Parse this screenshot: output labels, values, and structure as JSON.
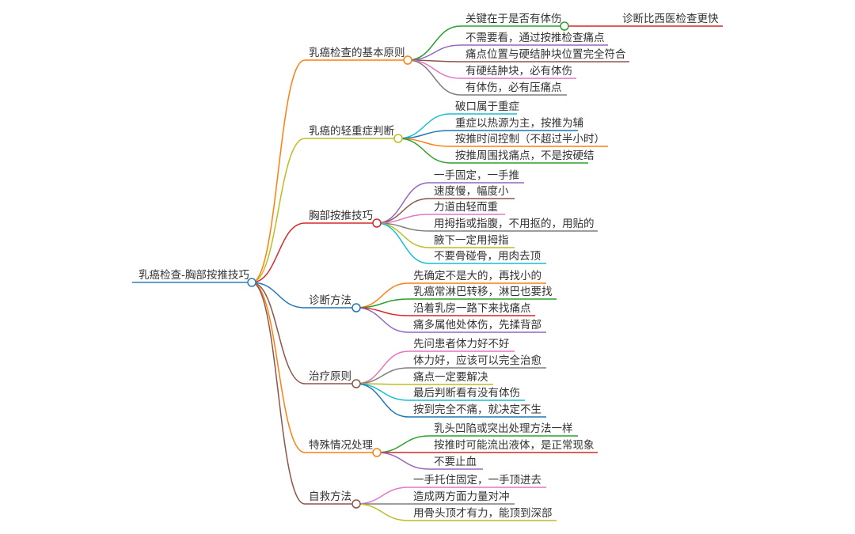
{
  "root": {
    "label": "乳癌检查-胸部按推技巧",
    "color": "#2f7fc1"
  },
  "branches": [
    {
      "label": "乳癌检查的基本原则",
      "color": "#ff7f0e",
      "children": [
        {
          "label": "关键在于是否有体伤",
          "color": "#2ca02c",
          "children": [
            {
              "label": "诊断比西医检查更快",
              "color": "#d62728"
            }
          ]
        },
        {
          "label": "不需要看，通过按推检查痛点",
          "color": "#9467bd"
        },
        {
          "label": "痛点位置与硬结肿块位置完全符合",
          "color": "#8c564b"
        },
        {
          "label": "有硬结肿块，必有体伤",
          "color": "#e377c2"
        },
        {
          "label": "有体伤，必有压痛点",
          "color": "#7f7f7f"
        }
      ]
    },
    {
      "label": "乳癌的轻重症判断",
      "color": "#bcbd22",
      "children": [
        {
          "label": "破口属于重症",
          "color": "#17becf"
        },
        {
          "label": "重症以热源为主，按推为辅",
          "color": "#1f77b4"
        },
        {
          "label": "按推时间控制（不超过半小时）",
          "color": "#ff7f0e"
        },
        {
          "label": "按推周围找痛点，不是按硬结",
          "color": "#2ca02c"
        }
      ]
    },
    {
      "label": "胸部按推技巧",
      "color": "#d62728",
      "children": [
        {
          "label": "一手固定，一手推",
          "color": "#9467bd"
        },
        {
          "label": "速度慢，幅度小",
          "color": "#8c564b"
        },
        {
          "label": "力道由轻而重",
          "color": "#e377c2"
        },
        {
          "label": "用拇指或指腹，不用抠的，用贴的",
          "color": "#7f7f7f"
        },
        {
          "label": "腋下一定用拇指",
          "color": "#bcbd22"
        },
        {
          "label": "不要骨碰骨，用肉去顶",
          "color": "#17becf"
        }
      ]
    },
    {
      "label": "诊断方法",
      "color": "#1f77b4",
      "children": [
        {
          "label": "先确定不是大的，再找小的",
          "color": "#ff7f0e"
        },
        {
          "label": "乳癌常淋巴转移，淋巴也要找",
          "color": "#2ca02c"
        },
        {
          "label": "沿着乳房一路下来找痛点",
          "color": "#d62728"
        },
        {
          "label": "痛多属他处体伤，先揉背部",
          "color": "#9467bd"
        }
      ]
    },
    {
      "label": "治疗原则",
      "color": "#8c564b",
      "children": [
        {
          "label": "先问患者体力好不好",
          "color": "#e377c2"
        },
        {
          "label": "体力好，应该可以完全治愈",
          "color": "#7f7f7f"
        },
        {
          "label": "痛点一定要解决",
          "color": "#bcbd22"
        },
        {
          "label": "最后判断看有没有体伤",
          "color": "#17becf"
        },
        {
          "label": "按到完全不痛，就决定不生",
          "color": "#1f77b4"
        }
      ]
    },
    {
      "label": "特殊情况处理",
      "color": "#ff7f0e",
      "children": [
        {
          "label": "乳头凹陷或突出处理方法一样",
          "color": "#2ca02c"
        },
        {
          "label": "按推时可能流出液体，是正常现象",
          "color": "#d62728"
        },
        {
          "label": "不要止血",
          "color": "#9467bd"
        }
      ]
    },
    {
      "label": "自救方法",
      "color": "#8c564b",
      "children": [
        {
          "label": "一手托住固定，一手顶进去",
          "color": "#e377c2"
        },
        {
          "label": "造成两方面力量对冲",
          "color": "#7f7f7f"
        },
        {
          "label": "用骨头顶才有力，能顶到深部",
          "color": "#bcbd22"
        }
      ]
    }
  ]
}
